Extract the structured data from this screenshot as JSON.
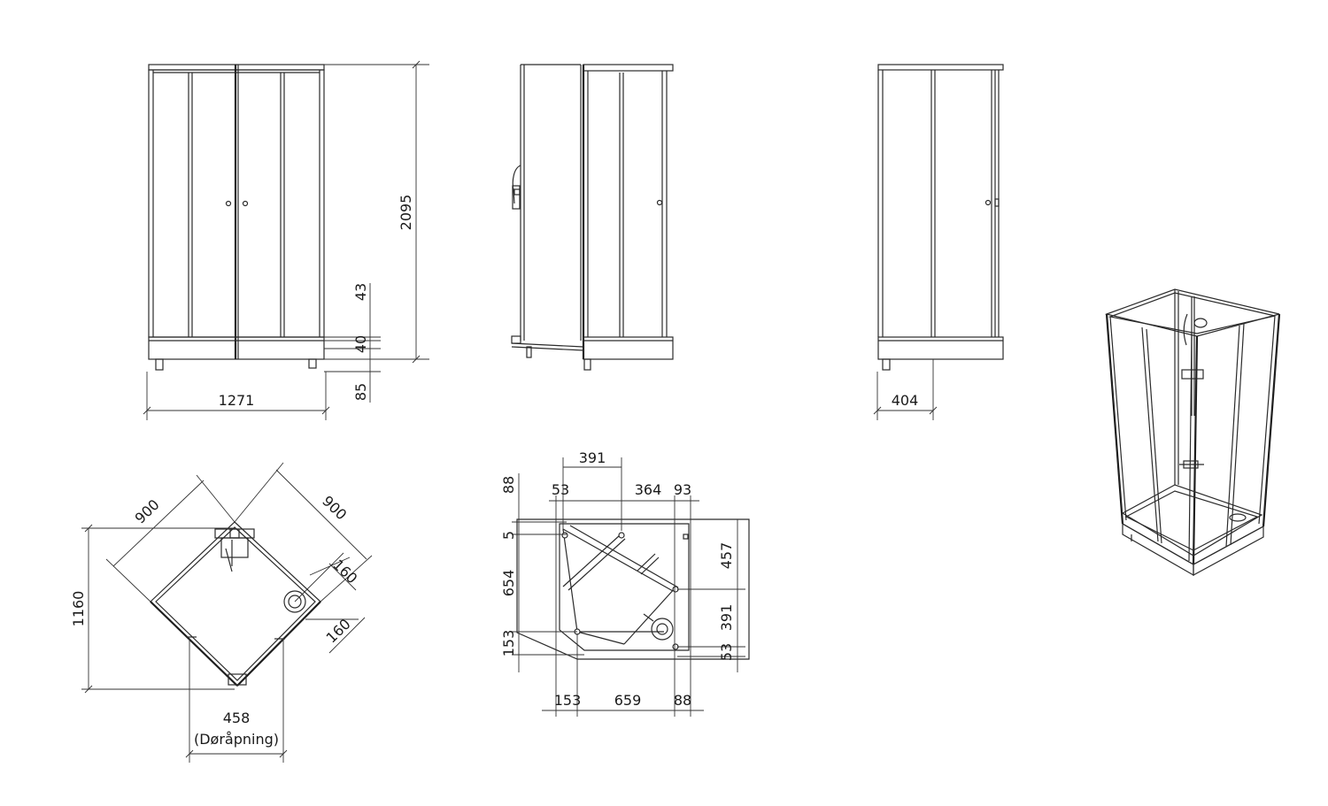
{
  "dimensions": {
    "front_width": "1271",
    "total_height": "2095",
    "dim_43": "43",
    "dim_40": "40",
    "dim_85": "85",
    "side_depth": "404",
    "plan_overall": "1160",
    "plan_side_a": "900",
    "plan_side_b": "900",
    "plan_drain_a": "160",
    "plan_drain_b": "160",
    "door_width": "458",
    "door_caption": "(Døråpning)",
    "base_391_top": "391",
    "base_53_top": "53",
    "base_364": "364",
    "base_93": "93",
    "base_88_left": "88",
    "base_5": "5",
    "base_654": "654",
    "base_153_left": "153",
    "base_457": "457",
    "base_391_right": "391",
    "base_53_right": "53",
    "base_153_bottom": "153",
    "base_659": "659",
    "base_88_bottom": "88"
  }
}
